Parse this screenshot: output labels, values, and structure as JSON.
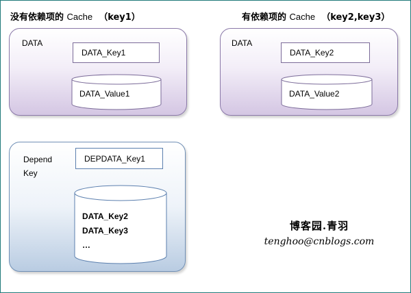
{
  "titles": {
    "left_prefix": "没有依赖项的",
    "left_cache": "Cache",
    "left_keys": "（key1）",
    "right_prefix": "有依赖项的",
    "right_cache": "Cache",
    "right_keys": "（key2,key3）"
  },
  "box_left": {
    "label": "DATA",
    "key": "DATA_Key1",
    "value": "DATA_Value1"
  },
  "box_right": {
    "label": "DATA",
    "key": "DATA_Key2",
    "value": "DATA_Value2"
  },
  "box_depend": {
    "label_line1": "Depend",
    "label_line2": "Key",
    "key": "DEPDATA_Key1",
    "items": [
      "DATA_Key2",
      "DATA_Key3",
      "…"
    ]
  },
  "signature": {
    "name": "博客园.青羽",
    "email": "tenghoo@cnblogs.com"
  },
  "colors": {
    "purple_border": "#8a78a8",
    "purple_fill": "#d4c6e3",
    "blue_border": "#6f8fb5",
    "blue_fill": "#b9cce2",
    "frame": "#1f7a7a"
  }
}
